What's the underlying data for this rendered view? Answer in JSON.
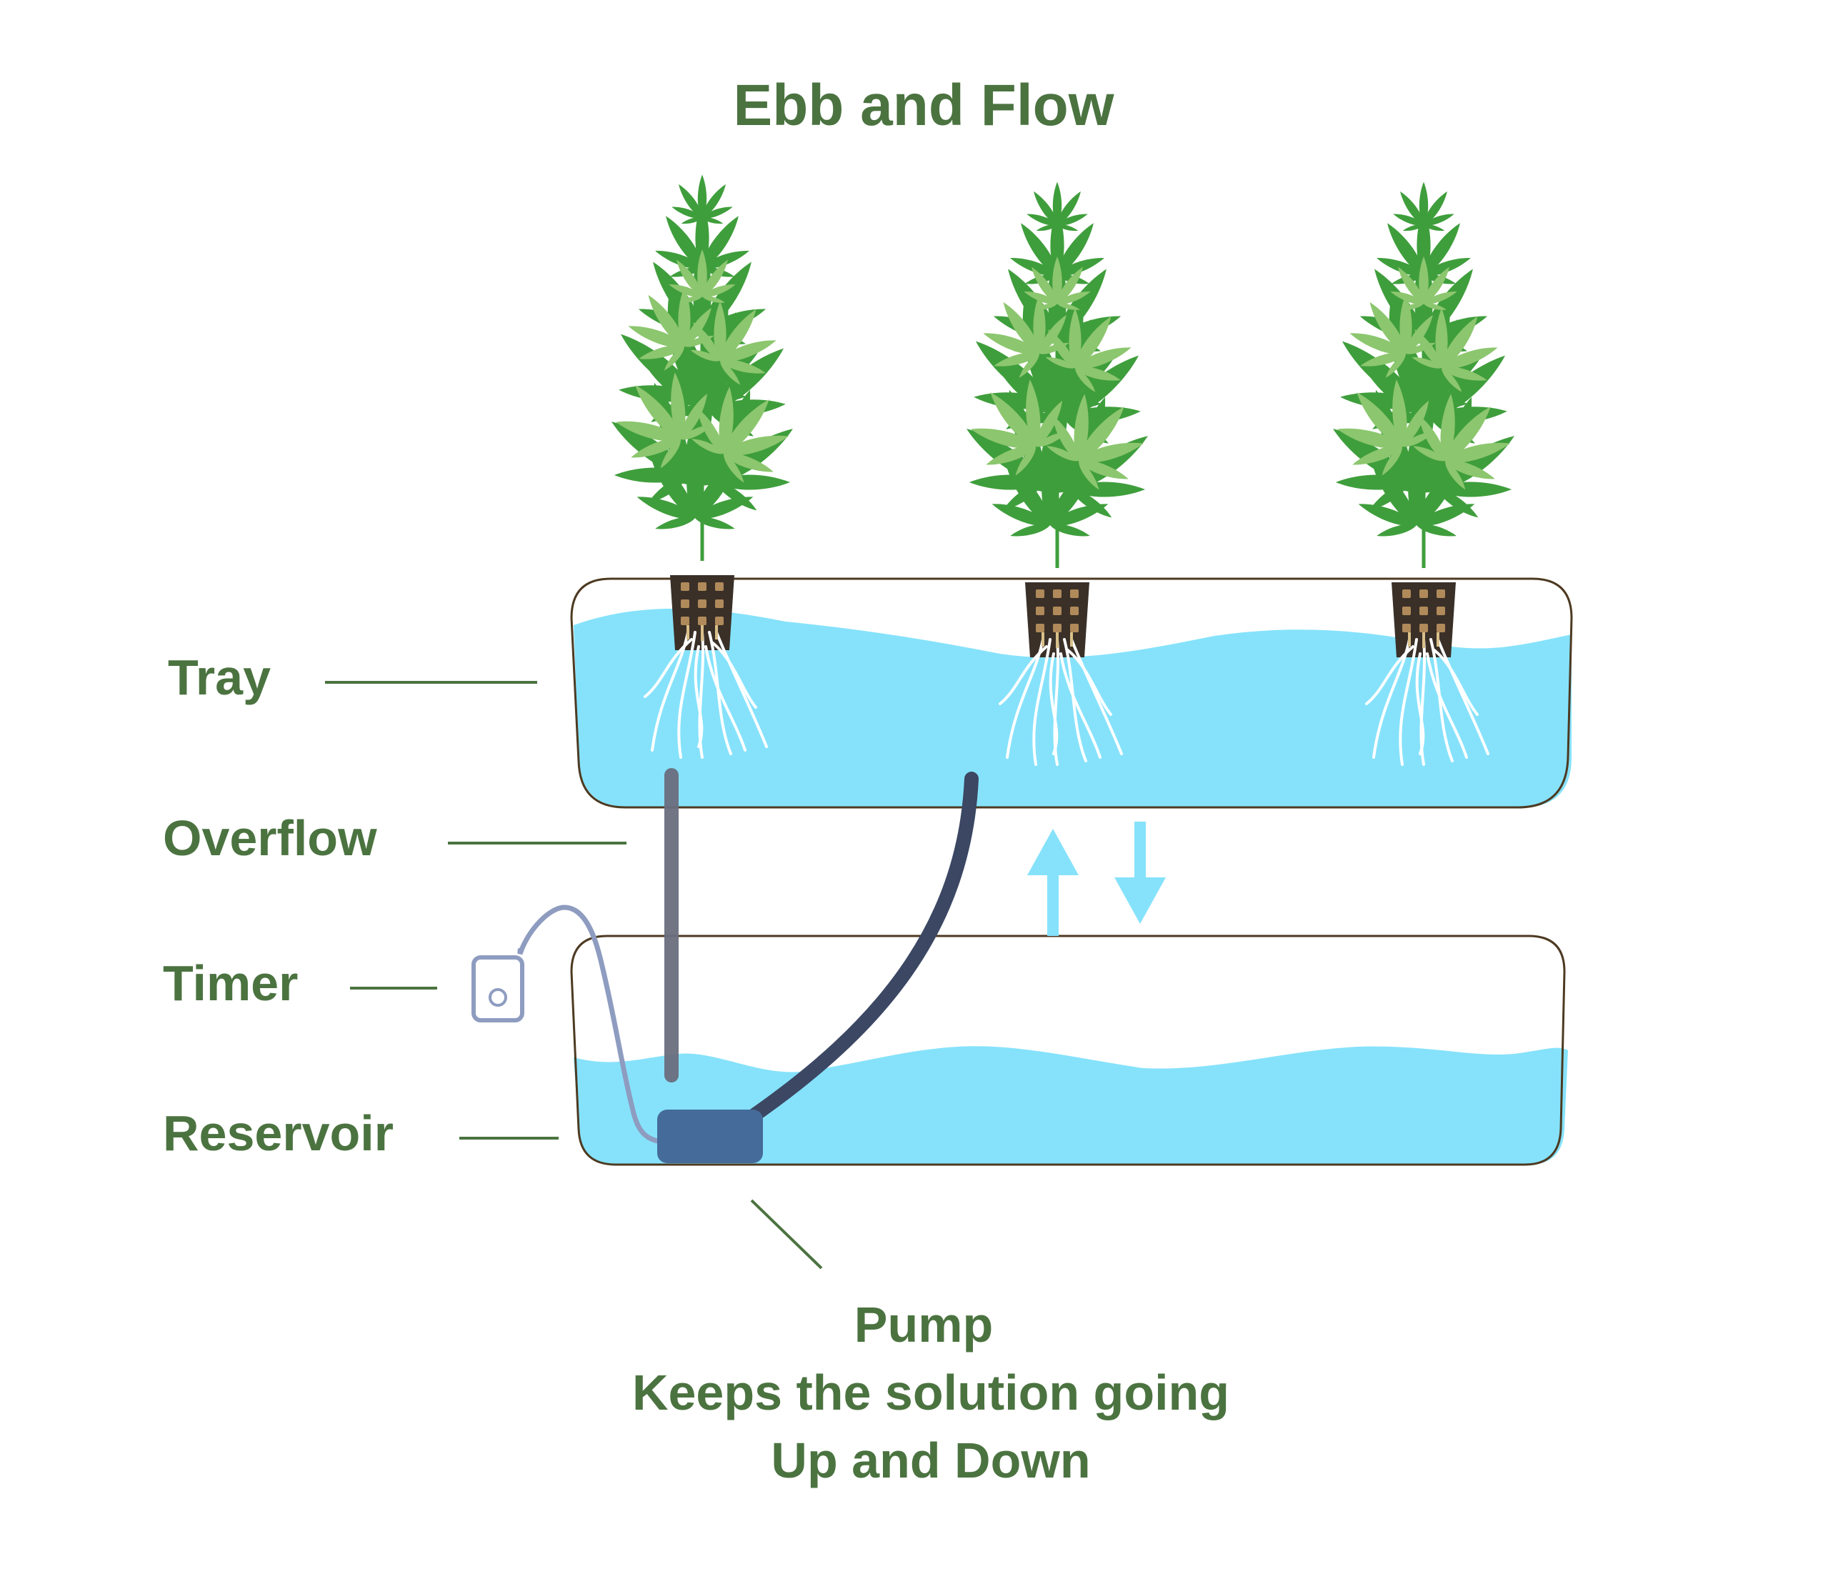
{
  "title": "Ebb and Flow",
  "labels": {
    "tray": "Tray",
    "overflow": "Overflow",
    "timer": "Timer",
    "reservoir": "Reservoir"
  },
  "pump_caption": {
    "line1": "Pump",
    "line2": "Keeps the solution going",
    "line3": "Up and Down"
  },
  "plants_count": 3,
  "colors": {
    "text": "#4b7340",
    "water": "#86e2fb",
    "container_outline": "#4d3a22",
    "overflow_pipe": "#6a6e7e",
    "inlet_hose": "#3b4763",
    "pump": "#456b9a",
    "timer_cord": "#8e9cc0",
    "arrows": "#86e2fb",
    "leaf_dark": "#3f9e3c",
    "leaf_light": "#8cc66e",
    "net_pot": "#3a3028",
    "roots": "#ffffff"
  },
  "icons": {
    "up_arrow": "up-arrow-icon",
    "down_arrow": "down-arrow-icon",
    "timer": "timer-icon",
    "plant": "cannabis-plant-icon"
  }
}
